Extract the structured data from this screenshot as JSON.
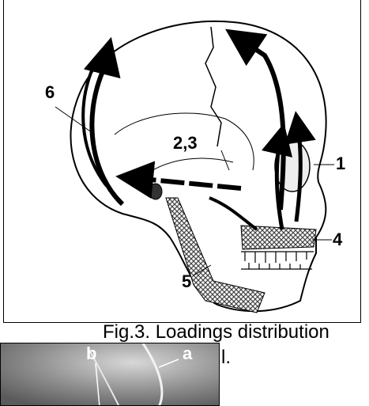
{
  "figure": {
    "top_fragment": "(",
    "labels": {
      "l1": "1",
      "l23": "2,3",
      "l4": "4",
      "l5": "5",
      "l6": "6"
    },
    "caption_line1": "Fig.3. Loadings distribution",
    "caption_line2": "l.",
    "inset_labels": {
      "a": "a",
      "b": "b"
    },
    "colors": {
      "line": "#000000",
      "hatch": "#555555",
      "photo_bg": "#7a7a7a"
    }
  }
}
